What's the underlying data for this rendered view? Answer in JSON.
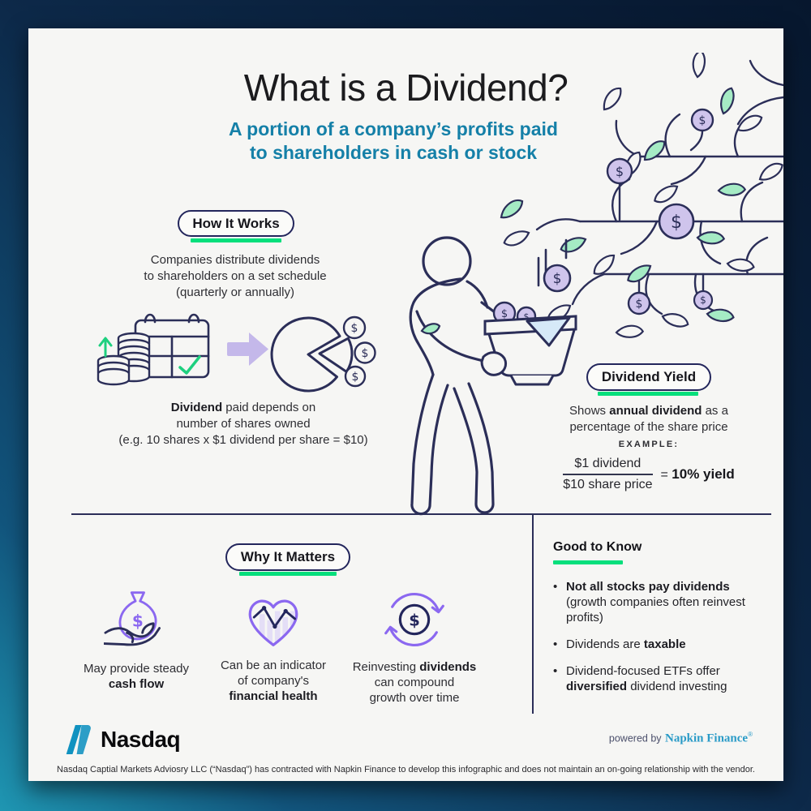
{
  "page": {
    "title": "What is a Dividend?",
    "subtitle_line1": "A portion of a company’s profits paid",
    "subtitle_line2": "to shareholders in cash or stock"
  },
  "symbols": {
    "dollar": "$"
  },
  "how_it_works": {
    "label": "How It Works",
    "desc_line1": "Companies distribute dividends",
    "desc_line2": "to shareholders on a set schedule",
    "desc_line3": "(quarterly or annually)",
    "caption_bold": "Dividend",
    "caption_rest": " paid depends on",
    "caption_line2": "number of shares owned",
    "caption_line3": "(e.g. 10 shares x $1 dividend per share = $10)"
  },
  "dividend_yield": {
    "label": "Dividend Yield",
    "desc_pre": "Shows ",
    "desc_bold": "annual dividend",
    "desc_post": " as a",
    "desc_line2": "percentage of the share price",
    "example_label": "EXAMPLE:",
    "numerator": "$1 dividend",
    "denominator": "$10 share price",
    "equals": "=",
    "result": "10% yield"
  },
  "why_it_matters": {
    "label": "Why It Matters",
    "items": [
      {
        "icon": "money-bag-hand-icon",
        "line1": "May provide steady",
        "line2_bold": "cash flow"
      },
      {
        "icon": "heart-chart-icon",
        "line1": "Can be an indicator",
        "line2": "of company's",
        "line3_bold": "financial health"
      },
      {
        "icon": "reinvest-cycle-icon",
        "line1_pre": "Reinvesting ",
        "line1_bold": "dividends",
        "line2": "can compound",
        "line3": "growth over time"
      }
    ]
  },
  "good_to_know": {
    "heading": "Good to Know",
    "bullets": [
      {
        "bold": "Not all stocks pay dividends",
        "rest": " (growth companies often reinvest profits)"
      },
      {
        "pre": "Dividends are ",
        "bold": "taxable",
        "rest": ""
      },
      {
        "pre": "Dividend-focused ETFs offer ",
        "bold": "diversified",
        "rest": " dividend investing"
      }
    ]
  },
  "footer": {
    "nasdaq_wordmark": "Nasdaq",
    "powered_by": "powered by",
    "brand": "Napkin Finance",
    "brand_mark": "®",
    "disclaimer": "Nasdaq Captial Markets Adviosry LLC (“Nasdaq”) has contracted with Napkin Finance to develop this infographic and does not maintain an on-going relationship with the vendor."
  },
  "colors": {
    "accent_green": "#06df7c",
    "navy_outline": "#2b2e58",
    "teal_heading": "#1580a8",
    "purple_accent": "#8b68f0",
    "coin_fill": "#cfc4ec",
    "leaf_green": "#a5ebc4",
    "napkin_teal": "#2a9bc7",
    "nasdaq_blue": "#1092c0",
    "background_navy": "#0d2949",
    "background_teal": "#1f96b2"
  }
}
